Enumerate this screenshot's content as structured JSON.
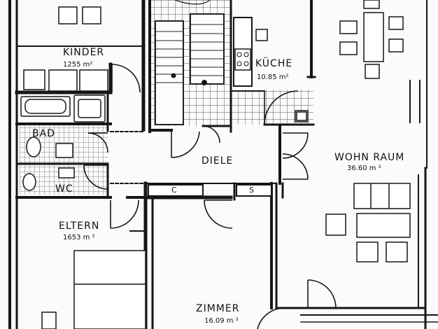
{
  "rooms": {
    "kinder": {
      "name": "KINDER",
      "area": "1255 m²"
    },
    "kueche": {
      "name": "KÜCHE",
      "area": "10.85 m²"
    },
    "bad": {
      "name": "BAD"
    },
    "wc": {
      "name": "WC"
    },
    "diele": {
      "name": "DIELE"
    },
    "wohnraum": {
      "name": "WOHN RAUM",
      "area": "36.60 m ²"
    },
    "eltern": {
      "name": "ELTERN",
      "area": "1653 m ²"
    },
    "zimmer": {
      "name": "ZIMMER",
      "area": "16.09 m ²"
    }
  },
  "closets": {
    "c": "C",
    "s": "S"
  },
  "colors": {
    "wall": "#161616",
    "tile": "#555555",
    "paper": "#fbfbfb"
  }
}
